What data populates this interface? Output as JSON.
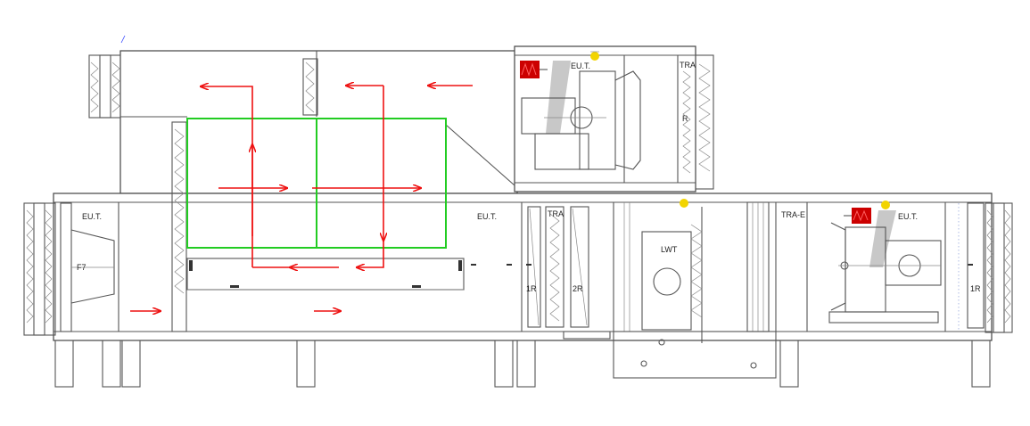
{
  "labels": {
    "eut_top": "EU.T.",
    "tra_top": "TRA",
    "r_top": "R",
    "eut_left": "EU.T.",
    "f7": "F7",
    "eut_mid": "EU.T.",
    "tra_mid": "TRA",
    "r1": "1R",
    "r2": "2R",
    "lwt": "LWT",
    "tra_e": "TRA-E",
    "eut_right": "EU.T.",
    "r_right": "1R"
  },
  "colors": {
    "airflow": "#ee1111",
    "heat_exchanger": "#22cc22",
    "heater": "#cc0000",
    "lamp": "#f2d400",
    "outline": "#444444"
  },
  "icons": [
    "damper-icon",
    "fan-icon",
    "heater-icon",
    "lamp-icon",
    "filter-icon",
    "airflow-arrow-icon"
  ]
}
